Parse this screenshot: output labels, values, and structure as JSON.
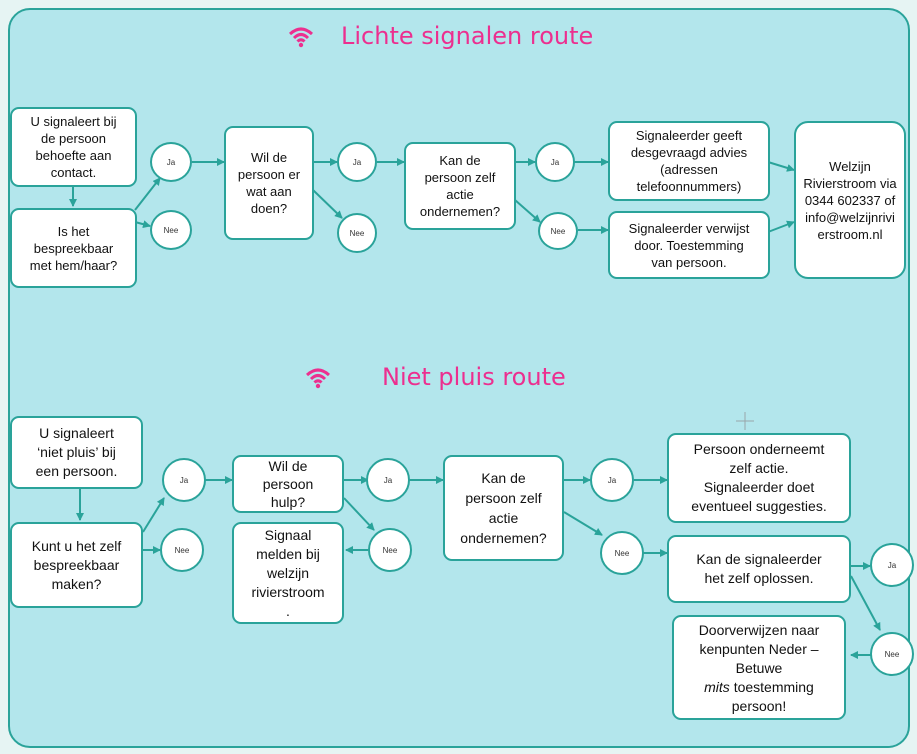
{
  "colors": {
    "background": "#b3e6ec",
    "border": "#2aa39a",
    "accent": "#ec2f8f",
    "box": "#ffffff"
  },
  "route1": {
    "title": "Lichte signalen route",
    "icon": "wifi-icon",
    "box_signal": "U signaleert bij\nde persoon\nbehoefte aan\ncontact.",
    "box_bespreekbaar": "Is het\nbespreekbaar\nmet hem/haar?",
    "box_wil": "Wil de\npersoon er\nwat aan\ndoen?",
    "box_kan": "Kan de\npersoon zelf\nactie\nondernemen?",
    "box_advies": "Signaleerder geeft\ndesgevraagd advies\n(adressen\ntelefoonnummers)",
    "box_verwijst": "Signaleerder verwijst\ndoor. Toestemming\nvan persoon.",
    "box_welzijn": "Welzijn\nRivierstroom via\n0344 602337 of\ninfo@welzijnrivi\nerstroom.nl",
    "ja1": "Ja",
    "nee1": "Nee",
    "ja2": "Ja",
    "nee2": "Nee",
    "ja3": "Ja",
    "nee3": "Nee"
  },
  "route2": {
    "title": "Niet pluis route",
    "icon": "wifi-icon",
    "box_signal": "U signaleert\n‘niet pluis’ bij\neen persoon.",
    "box_zelf": "Kunt u het zelf\nbespreekbaar\nmaken?",
    "box_wil": "Wil de\npersoon\nhulp?",
    "box_melden": "Signaal\nmelden bij\nwelzijn\nrivierstroom\n.",
    "box_kan": "Kan de\npersoon zelf\nactie\nondernemen?",
    "box_onderneemt": "Persoon onderneemt\nzelf actie.\nSignaleerder doet\neventueel suggesties.",
    "box_oplossen": "Kan de signaleerder\nhet zelf oplossen.",
    "box_door_1": "Doorverwijzen naar\nkenpunten Neder –\nBetuwe",
    "box_door_mits": "mits",
    "box_door_2": " toestemming\npersoon!",
    "ja1": "Ja",
    "nee1": "Nee",
    "ja2": "Ja",
    "nee2": "Nee",
    "ja3": "Ja",
    "nee3": "Nee",
    "ja4": "Ja",
    "nee4": "Nee"
  }
}
